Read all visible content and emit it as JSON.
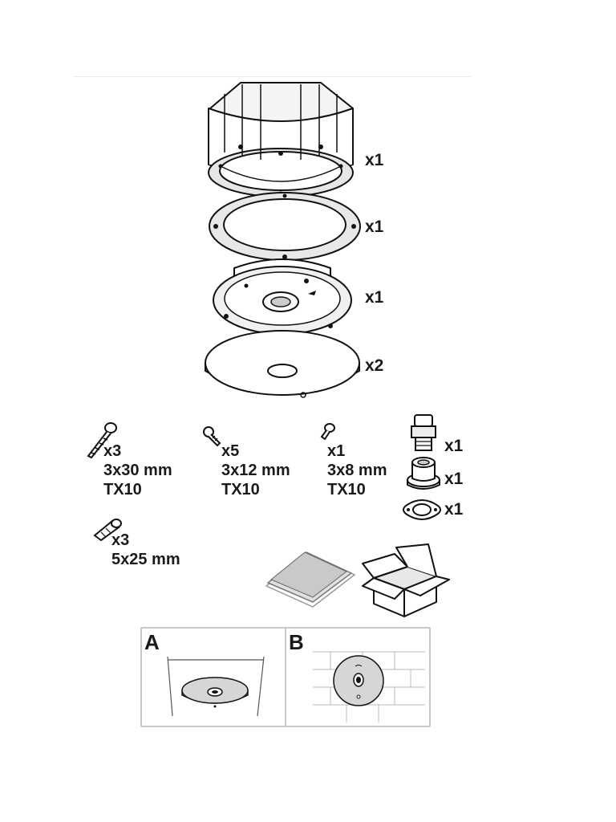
{
  "parts": [
    {
      "qty": "x1"
    },
    {
      "qty": "x1"
    },
    {
      "qty": "x1"
    },
    {
      "qty": "x2"
    }
  ],
  "screws": [
    {
      "qty": "x3",
      "size": "3x30 mm",
      "drive": "TX10"
    },
    {
      "qty": "x5",
      "size": "3x12 mm",
      "drive": "TX10"
    },
    {
      "qty": "x1",
      "size": "3x8 mm",
      "drive": "TX10"
    }
  ],
  "anchor": {
    "qty": "x3",
    "size": "5x25 mm"
  },
  "fittings": [
    {
      "qty": "x1"
    },
    {
      "qty": "x1"
    },
    {
      "qty": "x1"
    }
  ],
  "panels": [
    {
      "letter": "A"
    },
    {
      "letter": "B"
    }
  ]
}
